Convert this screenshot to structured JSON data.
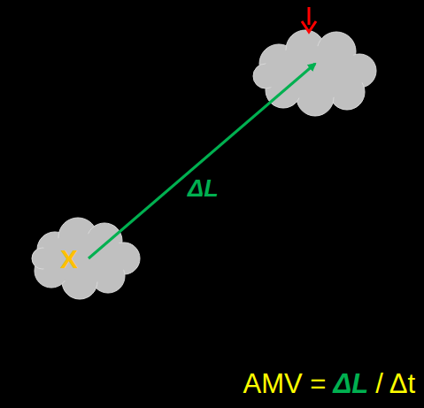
{
  "diagram": {
    "labels": [
      "X",
      "ΔL",
      "AMV =",
      "ΔL",
      "/ Δt"
    ]
  }
}
